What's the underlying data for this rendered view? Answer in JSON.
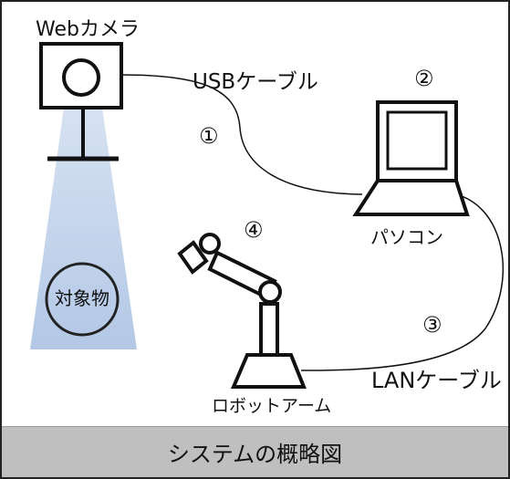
{
  "labels": {
    "webcam": "Webカメラ",
    "usb_cable": "USBケーブル",
    "pc": "パソコン",
    "lan_cable": "LANケーブル",
    "robot_arm": "ロボットアーム",
    "target_object": "対象物"
  },
  "markers": {
    "m1": "①",
    "m2": "②",
    "m3": "③",
    "m4": "④"
  },
  "footer": {
    "title": "システムの概略図"
  },
  "colors": {
    "cone": "#bcd0ea",
    "outline": "#111111",
    "footer_bg": "#bfbfbf"
  }
}
